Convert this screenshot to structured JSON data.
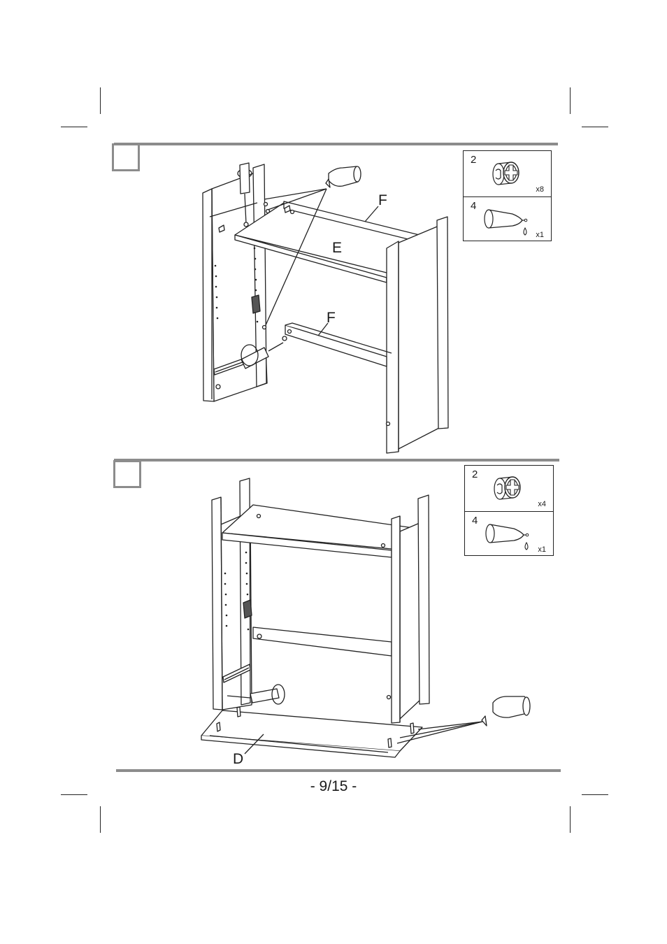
{
  "steps": [
    {
      "parts": [
        {
          "number": "2",
          "quantity": "x8",
          "icon": "cam-lock-icon"
        },
        {
          "number": "4",
          "quantity": "x1",
          "icon": "glue-bottle-icon"
        }
      ],
      "labels": {
        "shelf": "E",
        "rail_top": "F",
        "rail_bottom": "F"
      }
    },
    {
      "parts": [
        {
          "number": "2",
          "quantity": "x4",
          "icon": "cam-lock-icon"
        },
        {
          "number": "4",
          "quantity": "x1",
          "icon": "glue-bottle-icon"
        }
      ],
      "labels": {
        "base_panel": "D"
      }
    }
  ],
  "footer": {
    "page_number": "- 9/15 -"
  },
  "colors": {
    "rule": "#8c8c8c",
    "line": "#222222"
  }
}
